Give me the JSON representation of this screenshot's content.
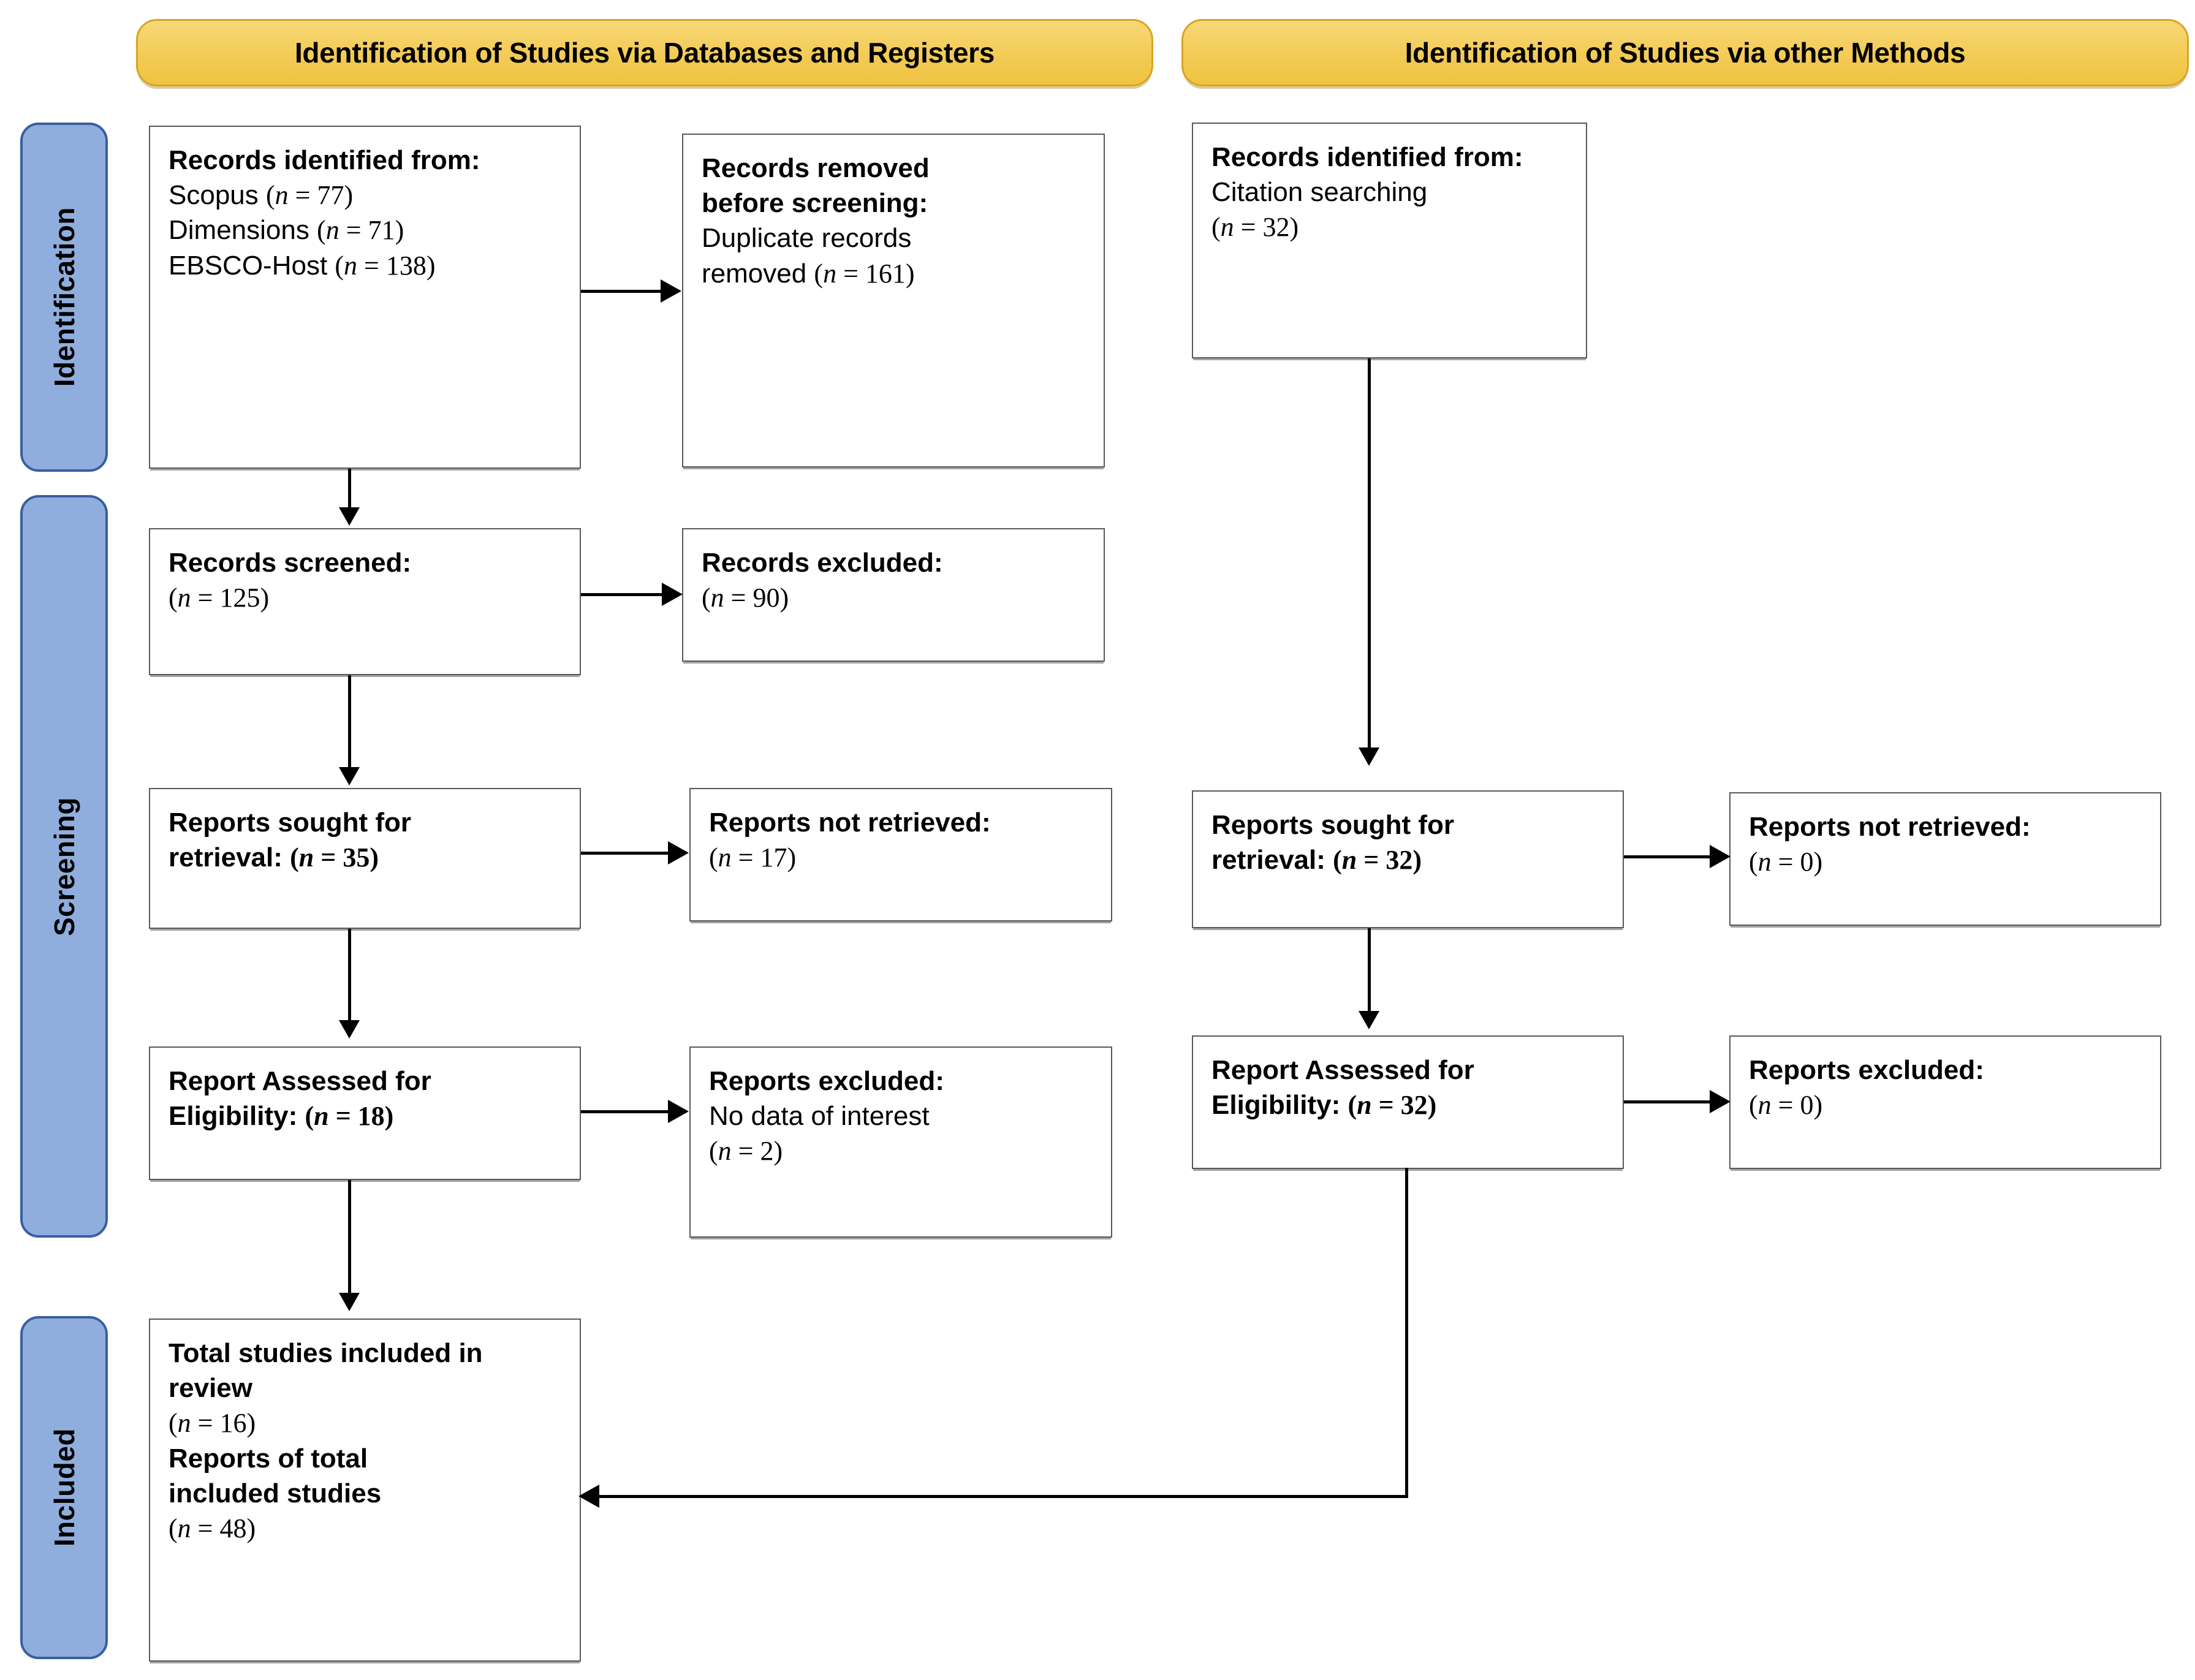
{
  "banners": [
    {
      "id": "databases",
      "label": "Identification of Studies via Databases and Registers"
    },
    {
      "id": "other",
      "label": "Identification of Studies via other Methods"
    }
  ],
  "rails": [
    {
      "id": "identification",
      "label": "Identification"
    },
    {
      "id": "screening",
      "label": "Screening"
    },
    {
      "id": "included",
      "label": "Included"
    }
  ],
  "colors": {
    "banner_fill": "#F3CB55",
    "banner_border": "#D9A520",
    "rail_fill": "#90AEDD",
    "rail_border": "#3A5FA0",
    "box_border": "#59595B",
    "connector": "#000000"
  },
  "boxes": {
    "records_identified_db": {
      "lines": [
        {
          "text": "Records identified from:",
          "bold": true
        },
        {
          "text": "Scopus (n = 77)",
          "bold": false
        },
        {
          "text": "Dimensions (n = 71)",
          "bold": false
        },
        {
          "text": "EBSCO-Host (n = 138)",
          "bold": false
        }
      ]
    },
    "records_removed": {
      "lines": [
        {
          "text": "Records removed",
          "bold": true
        },
        {
          "text": "before screening:",
          "bold": true
        },
        {
          "text": "Duplicate records",
          "bold": false
        },
        {
          "text": "removed (n = 161)",
          "bold": false
        }
      ]
    },
    "records_screened": {
      "lines": [
        {
          "text": "Records screened:",
          "bold": true
        },
        {
          "text": "(n = 125)",
          "bold": false
        }
      ]
    },
    "records_excluded": {
      "lines": [
        {
          "text": "Records excluded:",
          "bold": true
        },
        {
          "text": "(n = 90)",
          "bold": false
        }
      ]
    },
    "reports_sought_db": {
      "lines": [
        {
          "text": "Reports sought for",
          "bold": true
        },
        {
          "text": "retrieval: (n = 35)",
          "bold": true
        }
      ]
    },
    "reports_not_retrieved_db": {
      "lines": [
        {
          "text": "Reports not retrieved:",
          "bold": true
        },
        {
          "text": "(n = 17)",
          "bold": false
        }
      ]
    },
    "report_assessed_db": {
      "lines": [
        {
          "text": "Report Assessed for",
          "bold": true
        },
        {
          "text": "Eligibility: (n = 18)",
          "bold": true
        }
      ]
    },
    "reports_excluded_db": {
      "lines": [
        {
          "text": "Reports excluded:",
          "bold": true
        },
        {
          "text": "No data of interest",
          "bold": false
        },
        {
          "text": "(n = 2)",
          "bold": false
        }
      ]
    },
    "total_included": {
      "lines": [
        {
          "text": "Total studies included in",
          "bold": true
        },
        {
          "text": "review",
          "bold": true
        },
        {
          "text": "(n = 16)",
          "bold": false
        },
        {
          "text": "Reports of total",
          "bold": true
        },
        {
          "text": "included studies",
          "bold": true
        },
        {
          "text": "(n = 48)",
          "bold": false
        }
      ]
    },
    "records_identified_other": {
      "lines": [
        {
          "text": "Records identified from:",
          "bold": true
        },
        {
          "text": "Citation searching",
          "bold": false
        },
        {
          "text": "(n = 32)",
          "bold": false
        }
      ]
    },
    "reports_sought_other": {
      "lines": [
        {
          "text": "Reports sought for",
          "bold": true
        },
        {
          "text": "retrieval: (n = 32)",
          "bold": true
        }
      ]
    },
    "reports_not_retrieved_other": {
      "lines": [
        {
          "text": "Reports not retrieved:",
          "bold": true
        },
        {
          "text": "(n = 0)",
          "bold": false
        }
      ]
    },
    "report_assessed_other": {
      "lines": [
        {
          "text": "Report Assessed for",
          "bold": true
        },
        {
          "text": "Eligibility: (n = 32)",
          "bold": true
        }
      ]
    },
    "reports_excluded_other": {
      "lines": [
        {
          "text": "Reports excluded:",
          "bold": true
        },
        {
          "text": "(n = 0)",
          "bold": false
        }
      ]
    }
  },
  "chart_data": {
    "type": "diagram",
    "title": "PRISMA 2020 flow diagram",
    "columns": [
      "Identification of Studies via Databases and Registers",
      "Identification of Studies via other Methods"
    ],
    "phases": [
      "Identification",
      "Screening",
      "Included"
    ],
    "nodes": [
      {
        "id": "records_identified_db",
        "phase": "Identification",
        "column": "databases",
        "counts": {
          "Scopus": 77,
          "Dimensions": 71,
          "EBSCO-Host": 138
        }
      },
      {
        "id": "records_removed",
        "phase": "Identification",
        "column": "databases",
        "counts": {
          "duplicate_records_removed": 161
        }
      },
      {
        "id": "records_screened",
        "phase": "Screening",
        "column": "databases",
        "counts": {
          "n": 125
        }
      },
      {
        "id": "records_excluded",
        "phase": "Screening",
        "column": "databases",
        "counts": {
          "n": 90
        }
      },
      {
        "id": "reports_sought_db",
        "phase": "Screening",
        "column": "databases",
        "counts": {
          "n": 35
        }
      },
      {
        "id": "reports_not_retrieved_db",
        "phase": "Screening",
        "column": "databases",
        "counts": {
          "n": 17
        }
      },
      {
        "id": "report_assessed_db",
        "phase": "Screening",
        "column": "databases",
        "counts": {
          "n": 18
        }
      },
      {
        "id": "reports_excluded_db",
        "phase": "Screening",
        "column": "databases",
        "counts": {
          "n": 2
        },
        "reason": "No data of interest"
      },
      {
        "id": "records_identified_other",
        "phase": "Identification",
        "column": "other",
        "counts": {
          "Citation searching": 32
        }
      },
      {
        "id": "reports_sought_other",
        "phase": "Screening",
        "column": "other",
        "counts": {
          "n": 32
        }
      },
      {
        "id": "reports_not_retrieved_other",
        "phase": "Screening",
        "column": "other",
        "counts": {
          "n": 0
        }
      },
      {
        "id": "report_assessed_other",
        "phase": "Screening",
        "column": "other",
        "counts": {
          "n": 32
        }
      },
      {
        "id": "reports_excluded_other",
        "phase": "Screening",
        "column": "other",
        "counts": {
          "n": 0
        }
      },
      {
        "id": "total_included",
        "phase": "Included",
        "column": "databases",
        "counts": {
          "studies_included_in_review": 16,
          "reports_of_total_included_studies": 48
        }
      }
    ],
    "edges": [
      {
        "from": "records_identified_db",
        "to": "records_removed"
      },
      {
        "from": "records_identified_db",
        "to": "records_screened"
      },
      {
        "from": "records_screened",
        "to": "records_excluded"
      },
      {
        "from": "records_screened",
        "to": "reports_sought_db"
      },
      {
        "from": "reports_sought_db",
        "to": "reports_not_retrieved_db"
      },
      {
        "from": "reports_sought_db",
        "to": "report_assessed_db"
      },
      {
        "from": "report_assessed_db",
        "to": "reports_excluded_db"
      },
      {
        "from": "report_assessed_db",
        "to": "total_included"
      },
      {
        "from": "records_identified_other",
        "to": "reports_sought_other"
      },
      {
        "from": "reports_sought_other",
        "to": "reports_not_retrieved_other"
      },
      {
        "from": "reports_sought_other",
        "to": "report_assessed_other"
      },
      {
        "from": "report_assessed_other",
        "to": "reports_excluded_other"
      },
      {
        "from": "report_assessed_other",
        "to": "total_included"
      }
    ]
  }
}
